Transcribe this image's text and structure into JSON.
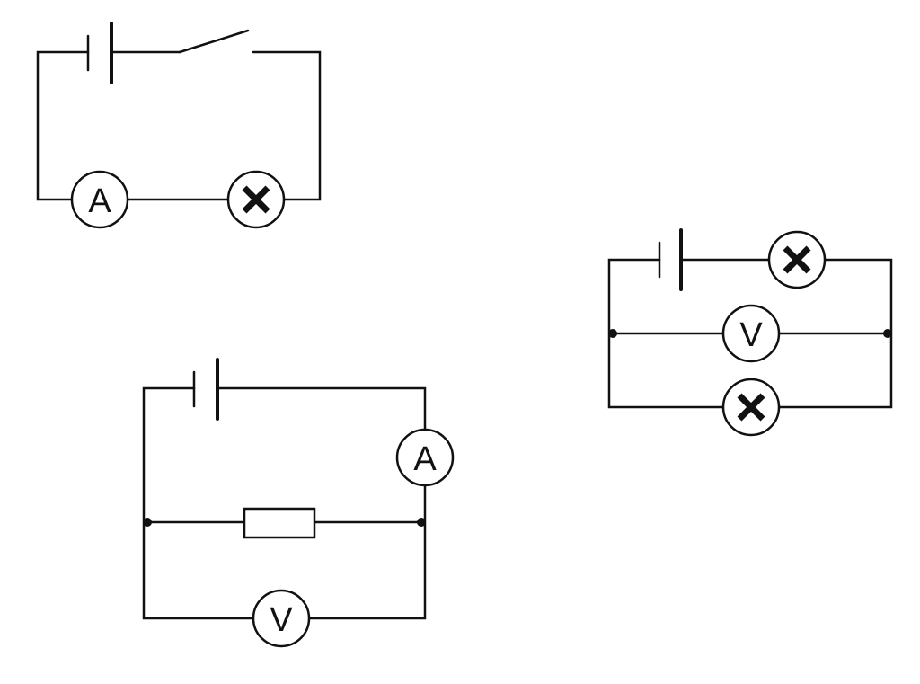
{
  "colors": {
    "background": "#ffffff",
    "line": "#111111"
  },
  "circuits": [
    {
      "id": "circuit-1",
      "components": [
        "cell",
        "switch",
        "ammeter",
        "lamp"
      ],
      "ammeter": {
        "symbol": "A"
      },
      "switch": {
        "state": "open"
      }
    },
    {
      "id": "circuit-2",
      "components": [
        "cell",
        "lamp",
        "voltmeter",
        "lamp"
      ],
      "voltmeter": {
        "symbol": "V"
      }
    },
    {
      "id": "circuit-3",
      "components": [
        "cell",
        "ammeter",
        "resistor",
        "voltmeter"
      ],
      "ammeter": {
        "symbol": "A"
      },
      "voltmeter": {
        "symbol": "V"
      }
    }
  ]
}
